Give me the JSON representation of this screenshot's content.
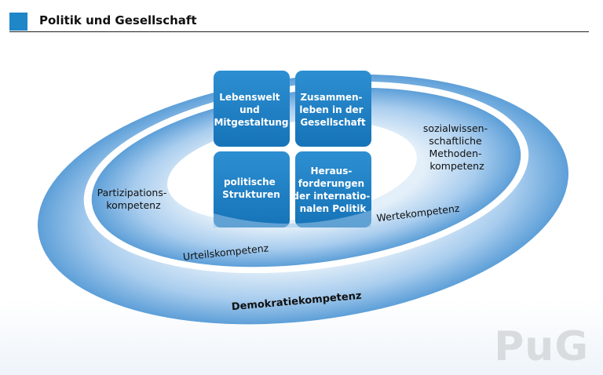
{
  "header": {
    "title": "Politik und Gesellschaft"
  },
  "boxes": {
    "top_left": [
      "Lebenswelt",
      "und",
      "Mitgestaltung"
    ],
    "top_right": [
      "Zusammen-",
      "leben in der",
      "Gesellschaft"
    ],
    "bottom_left": [
      "politische",
      "Strukturen"
    ],
    "bottom_right": [
      "Heraus-",
      "forderungen",
      "der internatio-",
      "nalen Politik"
    ]
  },
  "labels": {
    "partizipation": [
      "Partizipations-",
      "kompetenz"
    ],
    "methoden": [
      "sozialwissen-",
      "schaftliche",
      "Methoden-",
      "kompetenz"
    ],
    "werte": "Wertekompetenz",
    "urteil": "Urteilskompetenz",
    "demokratie": "Demokratiekompetenz"
  },
  "watermark": "PuG",
  "colors": {
    "accent": "#1f86c8",
    "box": "#1a7fc4",
    "ring_outer": "#7fb3e0",
    "ring_inner": "#cfe3f5"
  }
}
